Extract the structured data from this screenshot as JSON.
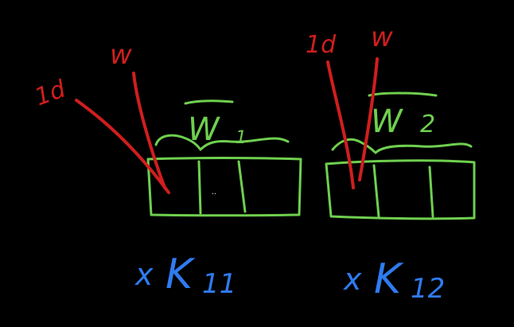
{
  "diagram": {
    "colors": {
      "background": "#000000",
      "boxes": "#6fcf4f",
      "arrows": "#d01e1e",
      "labels": "#2f7bf0"
    },
    "left_group": {
      "arrow_labels": {
        "first": "1d",
        "second": "w"
      },
      "window_label": "W",
      "window_subscript": "1",
      "cell_dots": "..",
      "caption_prefix": "x",
      "caption_symbol": "K",
      "caption_subscript": "11"
    },
    "right_group": {
      "arrow_labels": {
        "first": "1d",
        "second": "w"
      },
      "window_label": "W",
      "window_subscript": "2",
      "caption_prefix": "x",
      "caption_symbol": "K",
      "caption_subscript": "12"
    }
  }
}
